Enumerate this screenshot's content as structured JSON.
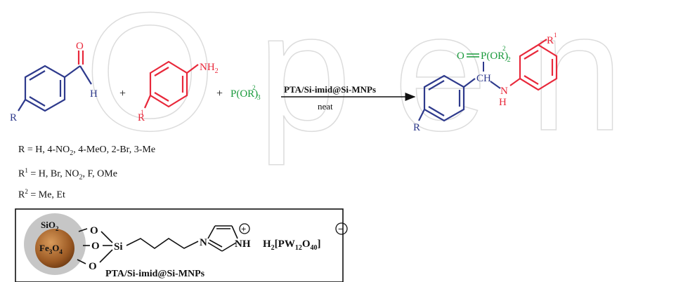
{
  "colors": {
    "black": "#111111",
    "blue": "#2e3a8c",
    "red": "#e8283a",
    "green": "#1a9a3c",
    "watermark": "#d9d9d9",
    "shell": "#c6c6c6",
    "core": "#9c5a24"
  },
  "watermark": {
    "text": "Open"
  },
  "reactants": {
    "aldehyde": {
      "o": "O",
      "h": "H",
      "r": "R"
    },
    "plus1": "+",
    "aniline": {
      "nh2": "NH",
      "nh2_sub": "2",
      "r": "R",
      "r_sup": "1"
    },
    "plus2": "+",
    "phosphite": {
      "p": "P(OR)",
      "sup": "2",
      "sub": "3"
    }
  },
  "arrow": {
    "catalyst": "PTA/Si-imid@Si-MNPs",
    "condition": "neat"
  },
  "product": {
    "po": "O",
    "p": "P(OR)",
    "p_sup": "2",
    "p_sub": "2",
    "ch": "CH",
    "n": "N",
    "h": "H",
    "r_left": "R",
    "r1": "R",
    "r1_sup": "1"
  },
  "substituents": {
    "r": {
      "pre": "R = H, 4-NO",
      "sub": "2",
      "post": ", 4-MeO, 2-Br, 3-Me"
    },
    "r1": {
      "label": "R",
      "sup": "1",
      "pre": "= H, Br, NO",
      "sub": "2",
      "post": ", F, OMe"
    },
    "r2": {
      "label": "R",
      "sup": "2",
      "text": "= Me, Et"
    }
  },
  "catalyst": {
    "shell": "SiO",
    "shell_sub": "2",
    "core": "Fe",
    "core_sub": "3",
    "core_tail": "O",
    "core_sub2": "4",
    "o": "O",
    "si": "Si",
    "n": "N",
    "nh": "NH",
    "plus": "+",
    "minus": "−",
    "anion": "H",
    "anion_sub": "2",
    "anion_mid": "[PW",
    "anion_sub2": "12",
    "anion_mid2": "O",
    "anion_sub3": "40",
    "anion_end": "]",
    "name": "PTA/Si-imid@Si-MNPs"
  }
}
